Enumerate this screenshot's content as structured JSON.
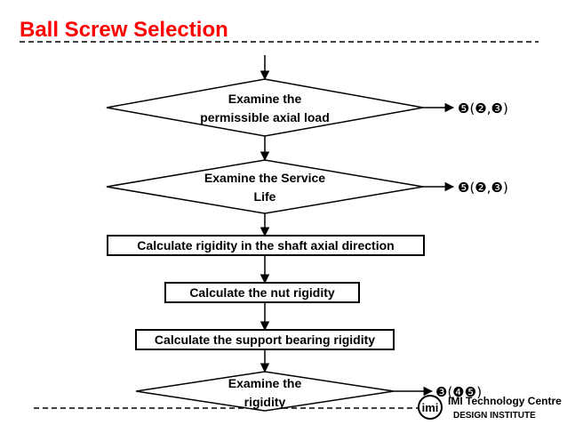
{
  "title": "Ball Screw Selection",
  "steps": {
    "axial_load": {
      "line1": "Examine the",
      "line2": "permissible axial load",
      "ref": "❺(❷,❸)"
    },
    "service_life": {
      "line1": "Examine the Service",
      "line2": "Life",
      "ref": "❺(❷,❸)"
    },
    "shaft_rigidity": {
      "label": "Calculate rigidity in the shaft axial direction"
    },
    "nut_rigidity": {
      "label": "Calculate the nut rigidity"
    },
    "bearing_rigidity": {
      "label": "Calculate the support bearing rigidity"
    },
    "examine_rigidity": {
      "line1": "Examine the",
      "line2": "rigidity",
      "ref": "❸(❹❺)"
    }
  },
  "logo": {
    "mark": "imi",
    "line1": "IMI Technology Centre",
    "line2": "DESIGN INSTITUTE"
  },
  "colors": {
    "title": "#ff0000",
    "lines": "#000000"
  }
}
